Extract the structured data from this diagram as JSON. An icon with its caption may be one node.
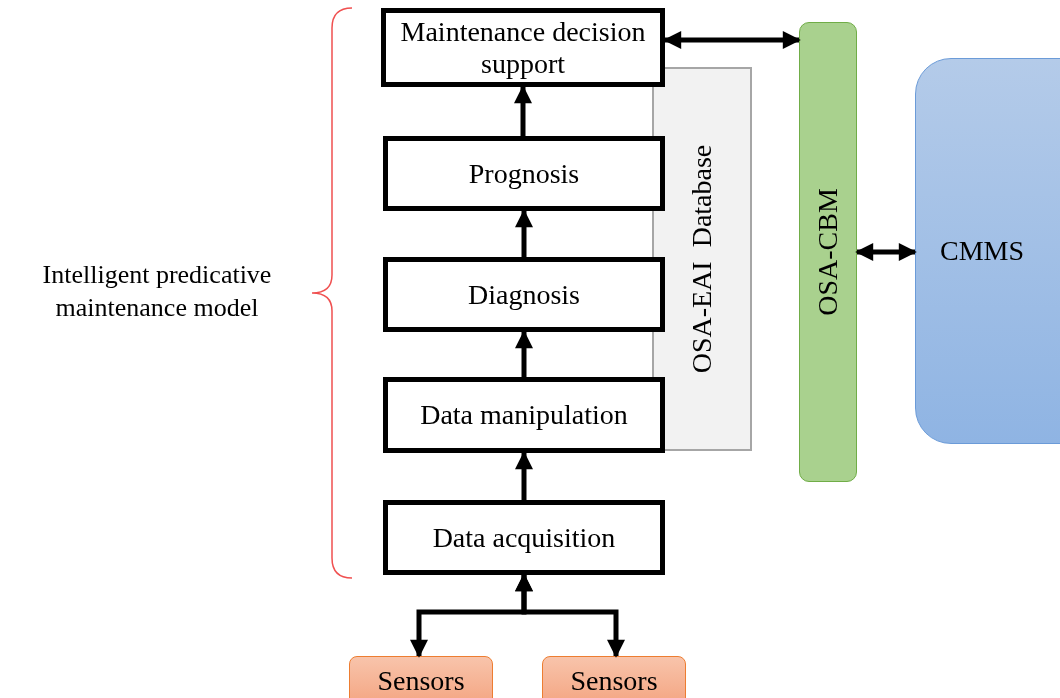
{
  "diagram": {
    "nodes": [
      {
        "text": [
          "Maintenance decision support"
        ]
      },
      {
        "text": [
          "Prognosis"
        ]
      },
      {
        "text": [
          "Diagnosis"
        ]
      },
      {
        "text": [
          "Data manipulation"
        ]
      },
      {
        "text": [
          "Data acquisition"
        ]
      },
      {
        "text": [
          "OSA-EAI  Database"
        ]
      },
      {
        "text": [
          "OSA-CBM"
        ]
      },
      {
        "text": [
          "CMMS"
        ]
      },
      {
        "text": [
          "Sensors"
        ]
      },
      {
        "text": [
          "Sensors"
        ]
      }
    ],
    "edges": [
      {
        "from": 1,
        "to": 0,
        "arrow": "to"
      },
      {
        "from": 2,
        "to": 1,
        "arrow": "to"
      },
      {
        "from": 3,
        "to": 2,
        "arrow": "to"
      },
      {
        "from": 4,
        "to": 3,
        "arrow": "to"
      },
      {
        "from": 8,
        "to": 4,
        "arrow": "both"
      },
      {
        "from": 9,
        "to": 4,
        "arrow": "both"
      },
      {
        "from": 0,
        "to": 6,
        "arrow": "both"
      },
      {
        "from": 6,
        "to": 7,
        "arrow": "both"
      }
    ],
    "labels": [
      "Intelligent predicative maintenance model"
    ]
  }
}
